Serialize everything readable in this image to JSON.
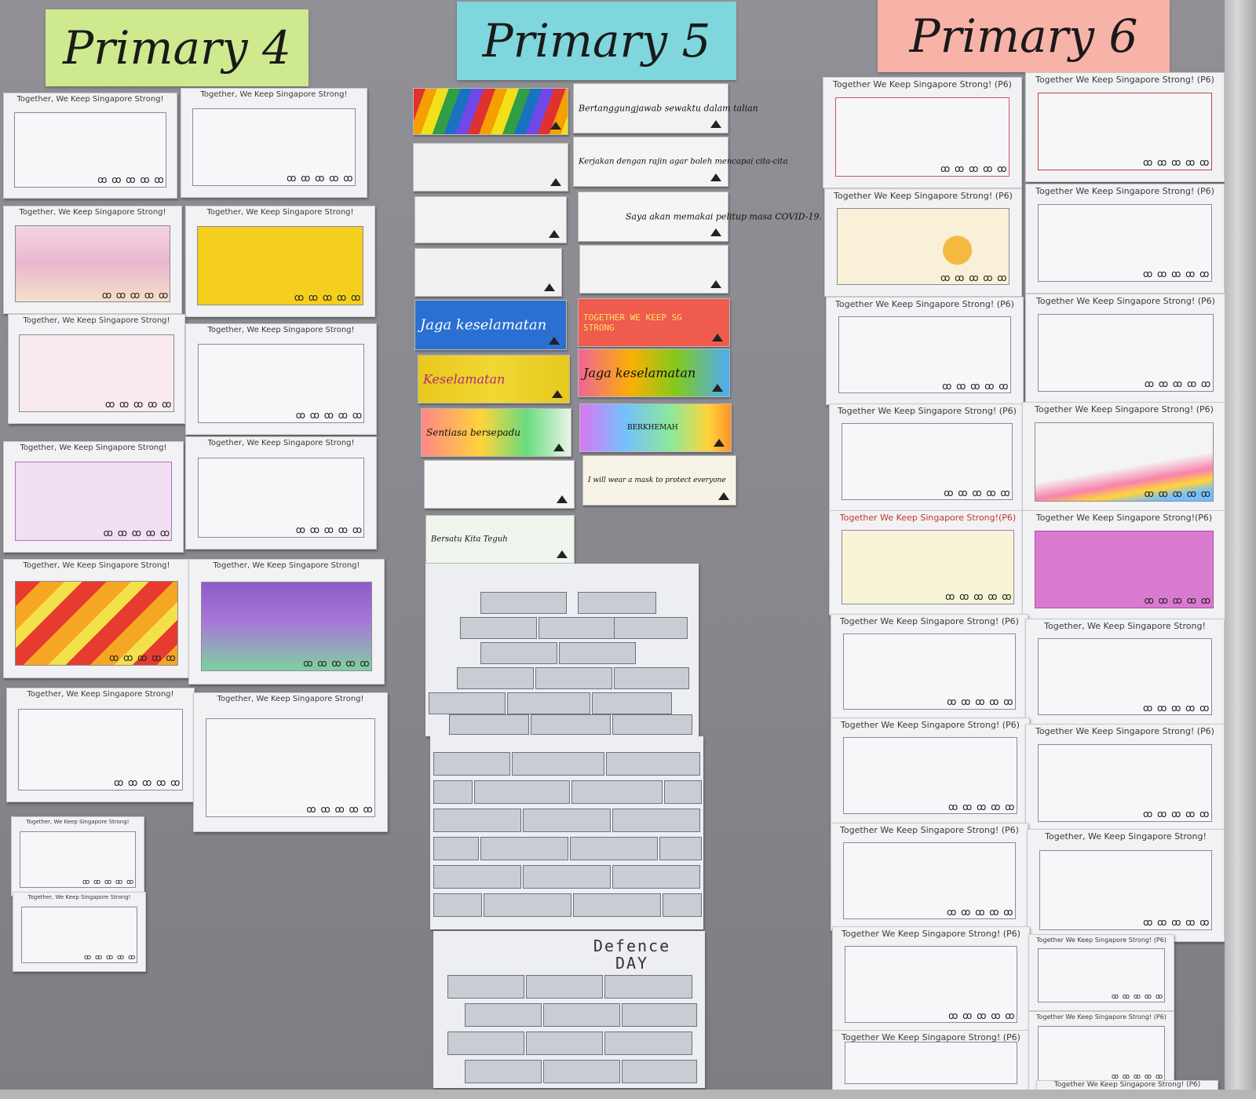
{
  "headers": {
    "p4": "Primary 4",
    "p5": "Primary 5",
    "p6": "Primary 6"
  },
  "colors": {
    "p4_header": "#cfe98f",
    "p5_header": "#7fd6dd",
    "p6_header": "#f7b3a8",
    "board": "#8c8c92"
  },
  "p4_cards": [
    {
      "title": "Together, We Keep Singapore Strong!"
    },
    {
      "title": "Together, We Keep Singapore Strong!"
    },
    {
      "title": "Together, We Keep Singapore Strong!"
    },
    {
      "title": "Together, We Keep Singapore Strong!"
    },
    {
      "title": "Together, We Keep Singapore Strong!"
    },
    {
      "title": "Together, We Keep Singapore Strong!"
    },
    {
      "title": "Together, We Keep Singapore Strong!"
    },
    {
      "title": "Together, We Keep Singapore Strong!"
    },
    {
      "title": "Together, We Keep Singapore Strong!"
    },
    {
      "title": "Together, We Keep Singapore Strong!"
    },
    {
      "title": "Together, We Keep Singapore Strong!"
    },
    {
      "title": "Together, We Keep Singapore Strong!"
    },
    {
      "title": "Together, We Keep Singapore Strong!"
    },
    {
      "title": "Together, We Keep Singapore Strong!"
    }
  ],
  "p5_strips": [
    {
      "text": ""
    },
    {
      "text": "Bertanggungjawab sewaktu dalam talian"
    },
    {
      "text": ""
    },
    {
      "text": "Kerjakan dengan rajin agar boleh mencapai cita-cita"
    },
    {
      "text": ""
    },
    {
      "text": "Saya akan memakai pelitup masa COVID-19."
    },
    {
      "text": ""
    },
    {
      "text": ""
    },
    {
      "text": "Jaga keselamatan"
    },
    {
      "text": "TOGETHER WE KEEP SG STRONG"
    },
    {
      "text": "Keselamatan"
    },
    {
      "text": "Jaga keselamatan"
    },
    {
      "text": "Sentiasa bersepadu"
    },
    {
      "text": "BERKHEMAH"
    },
    {
      "text": ""
    },
    {
      "text": "I will wear a mask to protect everyone"
    },
    {
      "text": "Bersatu Kita Teguh"
    }
  ],
  "p5_poster": {
    "title": "Defence DAY"
  },
  "p6_cards": [
    {
      "title": "Together We Keep Singapore Strong! (P6)"
    },
    {
      "title": "Together We Keep Singapore Strong! (P6)"
    },
    {
      "title": "Together We Keep Singapore Strong! (P6)"
    },
    {
      "title": "Together We Keep Singapore Strong! (P6)"
    },
    {
      "title": "Together We Keep Singapore Strong! (P6)"
    },
    {
      "title": "Together We Keep Singapore Strong! (P6)"
    },
    {
      "title": "Together We Keep Singapore Strong! (P6)"
    },
    {
      "title": "Together We Keep Singapore Strong! (P6)"
    },
    {
      "title": "Together We Keep Singapore Strong!(P6)"
    },
    {
      "title": "Together We Keep Singapore Strong!(P6)"
    },
    {
      "title": "Together We Keep Singapore Strong! (P6)"
    },
    {
      "title": "Together, We Keep Singapore Strong!"
    },
    {
      "title": "Together We Keep Singapore Strong! (P6)"
    },
    {
      "title": "Together We Keep Singapore Strong! (P6)"
    },
    {
      "title": "Together We Keep Singapore Strong! (P6)"
    },
    {
      "title": "Together, We Keep Singapore Strong!"
    },
    {
      "title": "Together We Keep Singapore Strong! (P6)"
    },
    {
      "title": "Together We Keep Singapore Strong! (P6)"
    },
    {
      "title": "Together We Keep Singapore Strong! (P6)"
    },
    {
      "title": "Together We Keep Singapore Strong! (P6)"
    },
    {
      "title": "Together We Keep Singapore Strong! (P6)"
    }
  ],
  "mascot_glyphs": "ꝏ ꝏ ꝏ ꝏ ꝏ"
}
